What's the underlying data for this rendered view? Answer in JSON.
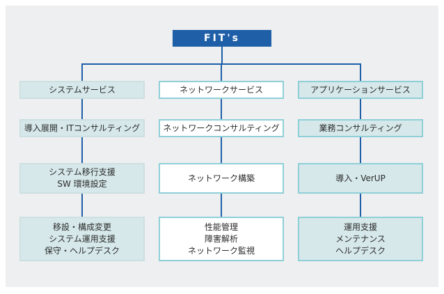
{
  "root": {
    "label": "FIT's"
  },
  "columns": [
    {
      "id": "system",
      "rows": [
        {
          "lines": [
            "システムサービス"
          ]
        },
        {
          "lines": [
            "導入展開・ITコンサルティング"
          ]
        },
        {
          "lines": [
            "システム移行支援",
            "SW 環境設定"
          ]
        },
        {
          "lines": [
            "移設・構成変更",
            "システム運用支援",
            "保守・ヘルプデスク"
          ]
        }
      ]
    },
    {
      "id": "network",
      "rows": [
        {
          "lines": [
            "ネットワークサービス"
          ]
        },
        {
          "lines": [
            "ネットワークコンサルティング"
          ]
        },
        {
          "lines": [
            "ネットワーク構築"
          ]
        },
        {
          "lines": [
            "性能管理",
            "障害解析",
            "ネットワーク監視"
          ]
        }
      ]
    },
    {
      "id": "application",
      "rows": [
        {
          "lines": [
            "アプリケーションサービス"
          ]
        },
        {
          "lines": [
            "業務コンサルティング"
          ]
        },
        {
          "lines": [
            "導入・VerUP"
          ]
        },
        {
          "lines": [
            "運用支援",
            "メンテナンス",
            "ヘルプデスク"
          ]
        }
      ]
    }
  ],
  "colors": {
    "line": "#1e5fa8",
    "root_fill": "#1e5fa8",
    "teal_fill": "#d6e8ea",
    "teal_border": "#8ecfd8"
  }
}
